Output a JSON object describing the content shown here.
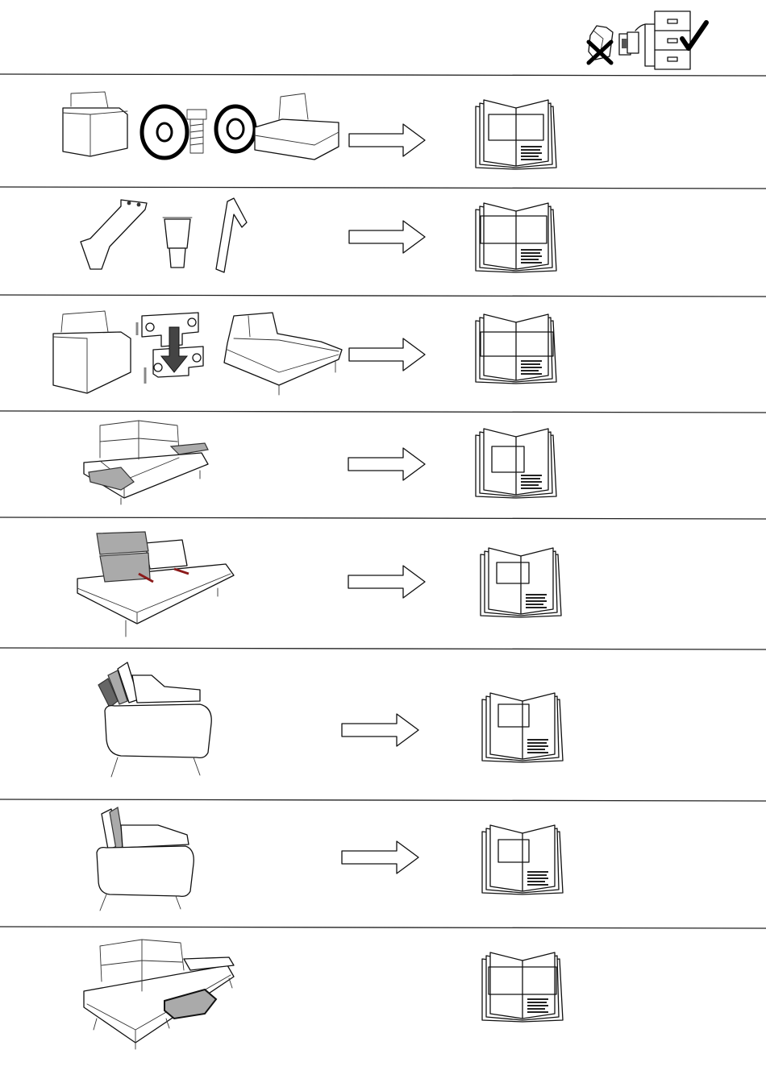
{
  "header": {
    "icon": "recycle-packaging-check-icon"
  },
  "steps": [
    {
      "id": 1,
      "illustration": "sofa-modules-with-washer-bolt-nut",
      "arrow": "arrow-right-icon",
      "manual": "manual-book-icon"
    },
    {
      "id": 2,
      "illustration": "sofa-leg-glide-and-allen-key",
      "arrow": "arrow-right-icon",
      "manual": "manual-book-icon"
    },
    {
      "id": 3,
      "illustration": "sofa-modules-with-connector-bracket",
      "arrow": "arrow-right-icon",
      "manual": "manual-book-icon"
    },
    {
      "id": 4,
      "illustration": "sofa-with-armrest-pads",
      "arrow": "arrow-right-icon",
      "manual": "manual-book-icon"
    },
    {
      "id": 5,
      "illustration": "sofa-headrest-adjustment",
      "arrow": "arrow-right-icon",
      "manual": "manual-book-icon"
    },
    {
      "id": 6,
      "illustration": "sofa-side-view-headrest-positions",
      "arrow": "arrow-right-icon",
      "manual": "manual-book-icon"
    },
    {
      "id": 7,
      "illustration": "sofa-side-view-headrest-tilt",
      "arrow": "arrow-right-icon",
      "manual": "manual-book-icon"
    },
    {
      "id": 8,
      "illustration": "sofa-with-seat-extension",
      "arrow": "",
      "manual": "manual-book-icon"
    }
  ],
  "colors": {
    "line": "#111111",
    "highlight_gray": "#aaaaaa",
    "accent_red": "#8b1a1a"
  }
}
